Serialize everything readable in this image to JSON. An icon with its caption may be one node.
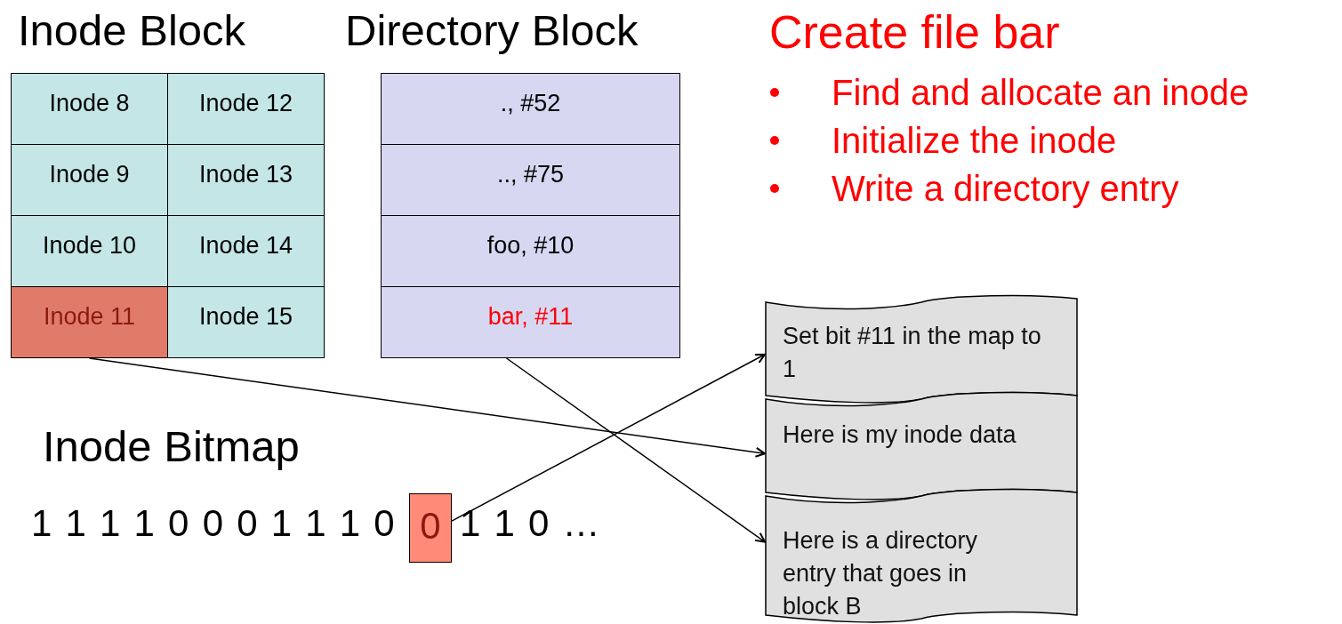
{
  "diagram": {
    "title": "Create file bar",
    "nodes": [
      {
        "text": [
          "Inode Block"
        ]
      },
      {
        "text": [
          "Inode 8"
        ],
        "in": 0
      },
      {
        "text": [
          "Inode 12"
        ],
        "in": 0
      },
      {
        "text": [
          "Inode 9"
        ],
        "in": 0
      },
      {
        "text": [
          "Inode 13"
        ],
        "in": 0
      },
      {
        "text": [
          "Inode 10"
        ],
        "in": 0
      },
      {
        "text": [
          "Inode 14"
        ],
        "in": 0
      },
      {
        "text": [
          "Inode 11"
        ],
        "in": 0
      },
      {
        "text": [
          "Inode 15"
        ],
        "in": 0
      },
      {
        "text": [
          "Directory Block"
        ]
      },
      {
        "text": [
          "., #52"
        ],
        "in": 9
      },
      {
        "text": [
          ".., #75"
        ],
        "in": 9
      },
      {
        "text": [
          "foo, #10"
        ],
        "in": 9
      },
      {
        "text": [
          "bar, #11"
        ],
        "in": 9
      },
      {
        "text": [
          "0"
        ]
      },
      {
        "text": [
          "Set bit #11 in the map to 1"
        ]
      },
      {
        "text": [
          "Here is my inode data"
        ]
      },
      {
        "text": [
          "Here is a directory entry that goes in block B"
        ]
      }
    ],
    "edges": [
      {
        "from": 14,
        "to": 15,
        "arrow": "to"
      },
      {
        "from": 7,
        "to": 16,
        "arrow": "to"
      },
      {
        "from": 13,
        "to": 17,
        "arrow": "to"
      }
    ],
    "labels": [
      "Find and allocate an inode",
      "Initialize the inode",
      "Write a directory entry",
      "Inode Bitmap",
      "1 1 1 1 0 0 0 1 1 1 0",
      "1 1 0 …"
    ]
  }
}
